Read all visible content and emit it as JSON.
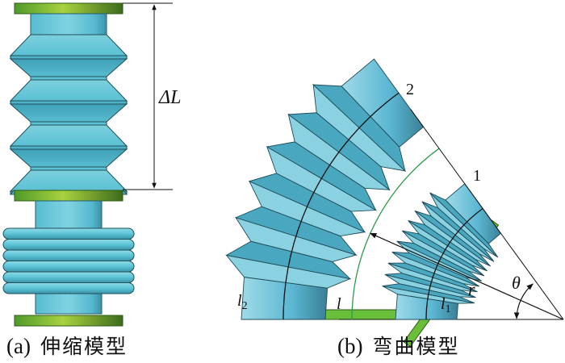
{
  "figure": {
    "panels": [
      {
        "id": "a",
        "caption_label": "(a)",
        "caption_text": "伸缩模型",
        "annotations": {
          "delta_length": "ΔL"
        }
      },
      {
        "id": "b",
        "caption_label": "(b)",
        "caption_text": "弯曲模型",
        "annotations": {
          "plate_2": "2",
          "plate_1": "1",
          "l2_base": "l",
          "l2_sub": "2",
          "l1_base": "l",
          "l1_sub": "1",
          "arc_length": "l",
          "radius": "r",
          "angle": "θ"
        }
      }
    ],
    "colors": {
      "bellows_teal": "#5cc4d6",
      "bellows_dark": "#3b93a8",
      "plate_green": "#6abf3a",
      "plate_dark": "#3f7a1f",
      "arc_green": "#2e9b4a",
      "line_black": "#111111"
    }
  }
}
